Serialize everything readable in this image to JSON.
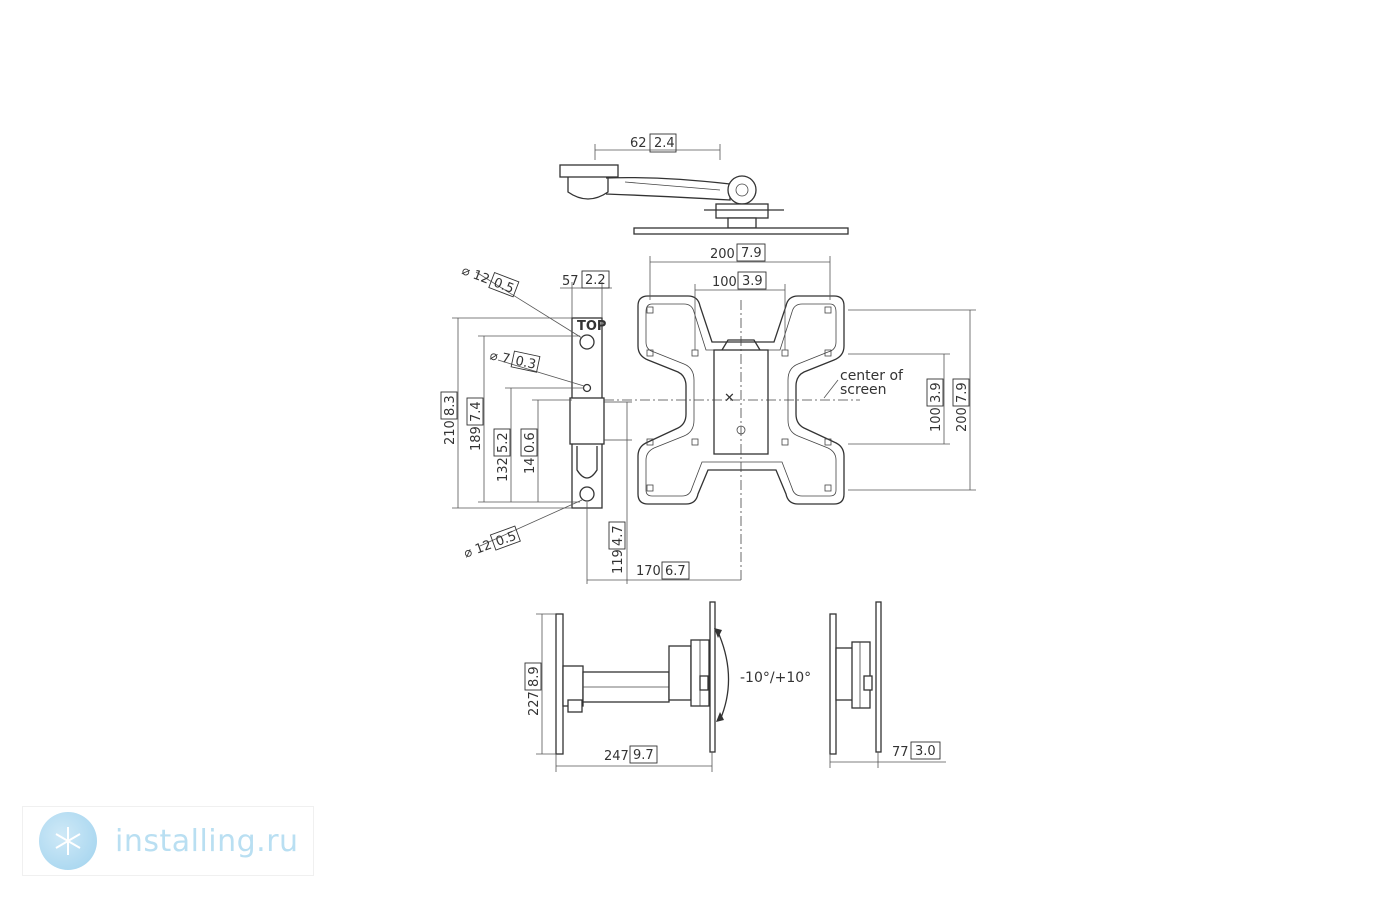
{
  "top_view": {
    "width": {
      "value": "62",
      "inch": "2.4"
    }
  },
  "front_view": {
    "wall_plate_width": {
      "value": "57",
      "inch": "2.2"
    },
    "hole_top": {
      "diameter": "12",
      "inch": "0.5"
    },
    "hole_mid": {
      "diameter": "7",
      "inch": "0.3"
    },
    "hole_bottom": {
      "diameter": "12",
      "inch": "0.5"
    },
    "plate_height": {
      "value": "210",
      "inch": "8.3"
    },
    "hole_spacing": {
      "value": "189",
      "inch": "7.4"
    },
    "mid_height": {
      "value": "132",
      "inch": "5.2"
    },
    "small_offset": {
      "value": "14",
      "inch": "0.6"
    },
    "bottom_offset": {
      "value": "119",
      "inch": "4.7"
    },
    "arm_offset": {
      "value": "170",
      "inch": "6.7"
    },
    "vesa_outer_h": {
      "value": "200",
      "inch": "7.9"
    },
    "vesa_inner_h": {
      "value": "100",
      "inch": "3.9"
    },
    "vesa_inner_v": {
      "value": "100",
      "inch": "3.9"
    },
    "vesa_outer_v": {
      "value": "200",
      "inch": "7.9"
    },
    "top_label": "TOP",
    "center_line1": "center of",
    "center_line2": "screen"
  },
  "side_view": {
    "height": {
      "value": "227",
      "inch": "8.9"
    },
    "depth": {
      "value": "247",
      "inch": "9.7"
    },
    "tilt": "-10°/+10°",
    "min_depth": {
      "value": "77",
      "inch": "3.0"
    }
  },
  "watermark": {
    "text": "installing.ru"
  },
  "colors": {
    "line": "#333333",
    "watermark": "#b9dff2"
  }
}
